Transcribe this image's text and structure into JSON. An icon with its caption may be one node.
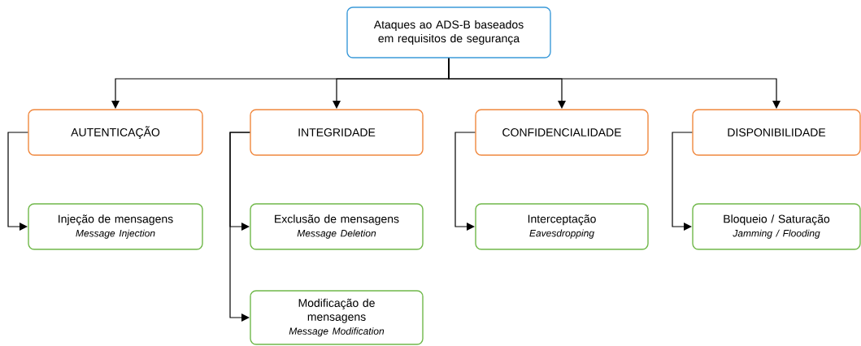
{
  "diagram": {
    "nodes": [
      {
        "text": [
          "Ataques ao ADS-B baseados em requisitos de segurança"
        ]
      },
      {
        "text": [
          "AUTENTICAÇÃO"
        ]
      },
      {
        "text": [
          "INTEGRIDADE"
        ]
      },
      {
        "text": [
          "CONFIDENCIALIDADE"
        ]
      },
      {
        "text": [
          "DISPONIBILIDADE"
        ]
      },
      {
        "text": [
          "Injeção de mensagens",
          "Message Injection"
        ]
      },
      {
        "text": [
          "Exclusão de mensagens",
          "Message Deletion"
        ]
      },
      {
        "text": [
          "Modificação de mensagens",
          "Message Modification"
        ]
      },
      {
        "text": [
          "Interceptação",
          "Eavesdropping"
        ]
      },
      {
        "text": [
          "Bloqueio / Saturação",
          "Jamming / Flooding"
        ]
      }
    ],
    "edges": [
      {
        "from": 0,
        "to": 1,
        "arrow": "to"
      },
      {
        "from": 0,
        "to": 2,
        "arrow": "to"
      },
      {
        "from": 0,
        "to": 3,
        "arrow": "to"
      },
      {
        "from": 0,
        "to": 4,
        "arrow": "to"
      },
      {
        "from": 1,
        "to": 5,
        "arrow": "to"
      },
      {
        "from": 2,
        "to": 6,
        "arrow": "to"
      },
      {
        "from": 2,
        "to": 7,
        "arrow": "to"
      },
      {
        "from": 3,
        "to": 8,
        "arrow": "to"
      },
      {
        "from": 4,
        "to": 9,
        "arrow": "to"
      }
    ]
  }
}
